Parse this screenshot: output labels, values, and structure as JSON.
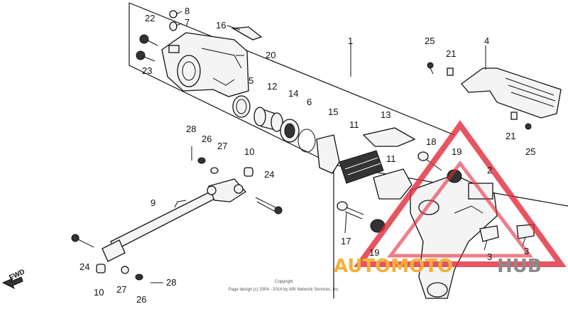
{
  "diagram": {
    "labels": [
      "1",
      "2",
      "3",
      "3",
      "4",
      "5",
      "6",
      "7",
      "8",
      "9",
      "10",
      "10",
      "11",
      "11",
      "12",
      "13",
      "14",
      "15",
      "16",
      "17",
      "18",
      "19",
      "19",
      "20",
      "21",
      "21",
      "22",
      "23",
      "24",
      "24",
      "25",
      "25",
      "26",
      "26",
      "27",
      "27",
      "28",
      "28"
    ],
    "direction": "FWD",
    "copyright_line1": "Copyright",
    "copyright_line2": "Page design (c) 2004 - 2014 by ARI Network Services, Inc.",
    "watermark": {
      "part1": "AUTOMOTO",
      "part2": "HUB",
      "color1": "#f4b03a",
      "color2": "#8a8a8a",
      "triangle_color": "#e2293a"
    },
    "line_color": "#111111"
  }
}
